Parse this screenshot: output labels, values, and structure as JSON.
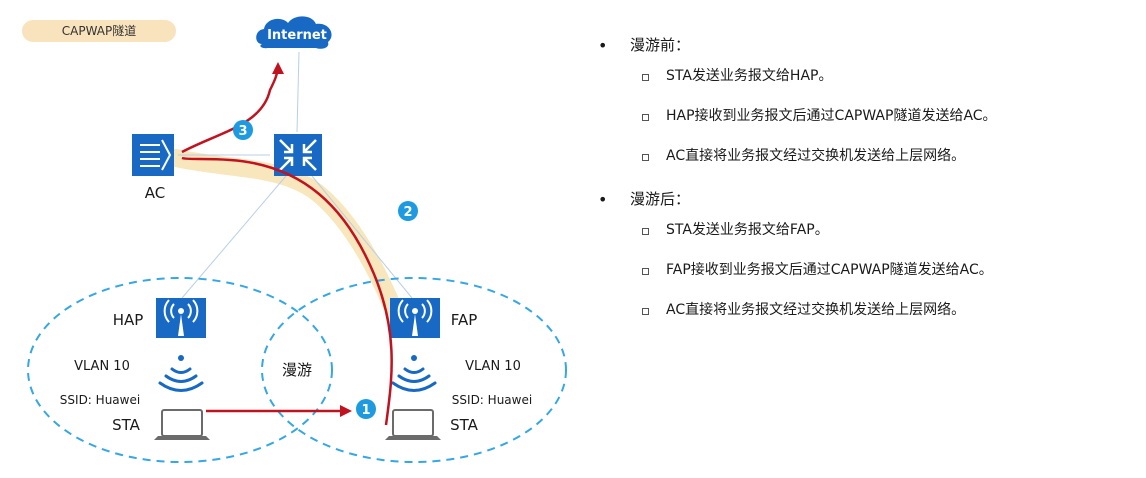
{
  "badge": "CAPWAP隧道",
  "nodes": {
    "internet": "Internet",
    "ac": "AC",
    "hap": "HAP",
    "fap": "FAP",
    "roam": "漫游"
  },
  "cells": {
    "left": {
      "vlan": "VLAN 10",
      "ssid": "SSID: Huawei",
      "sta": "STA"
    },
    "right": {
      "vlan": "VLAN 10",
      "ssid": "SSID: Huawei",
      "sta": "STA"
    }
  },
  "steps": [
    "1",
    "2",
    "3"
  ],
  "colors": {
    "path": "#c0121f",
    "tunnel": "#f7e2b0",
    "accent": "#1e9be0",
    "device": "#1769c4"
  },
  "panel": {
    "before": {
      "title": "漫游前：",
      "items": [
        "STA发送业务报文给HAP。",
        "HAP接收到业务报文后通过CAPWAP隧道发送给AC。",
        "AC直接将业务报文经过交换机发送给上层网络。"
      ]
    },
    "after": {
      "title": "漫游后：",
      "items": [
        "STA发送业务报文给FAP。",
        "FAP接收到业务报文后通过CAPWAP隧道发送给AC。",
        "AC直接将业务报文经过交换机发送给上层网络。"
      ]
    }
  }
}
